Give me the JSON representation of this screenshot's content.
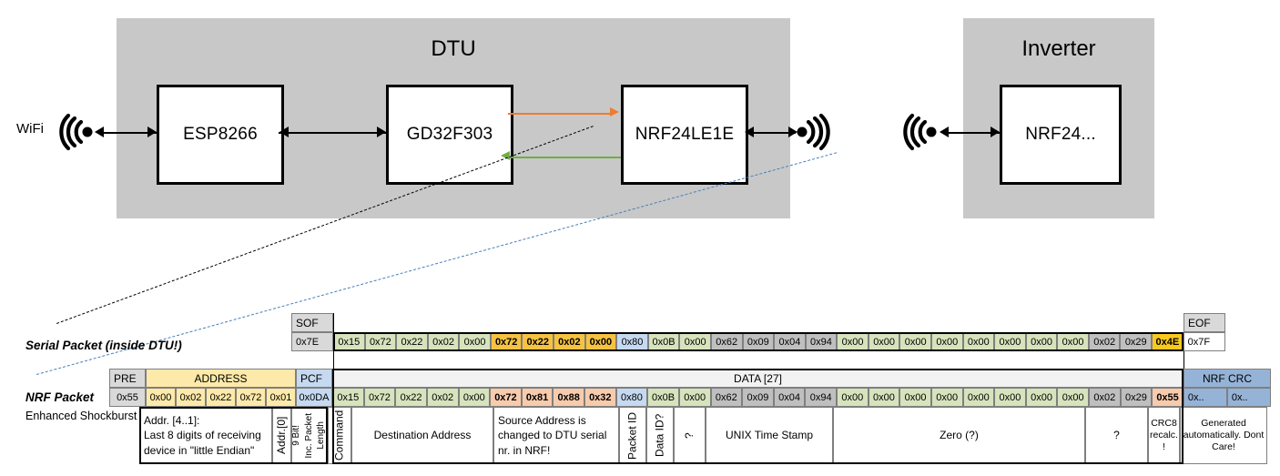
{
  "diagram": {
    "dtu": {
      "title": "DTU",
      "chips": [
        "ESP8266",
        "GD32F303",
        "NRF24LE1E"
      ],
      "wifi_label": "WiFi"
    },
    "inverter": {
      "title": "Inverter",
      "chips": [
        "NRF24..."
      ]
    },
    "colors": {
      "enclosure": "#c8c8c8",
      "tx_arrow": "#ED7D31",
      "rx_arrow": "#70AD47",
      "callout_serial": "#000000",
      "callout_nrf": "#4a7ebb"
    }
  },
  "serial_packet": {
    "label": "Serial Packet (inside DTU!)",
    "sof_header": "SOF",
    "eof_header": "EOF",
    "sof": "0x7E",
    "eof": "0x7F",
    "bytes": [
      {
        "v": "0x15",
        "c": "green"
      },
      {
        "v": "0x72",
        "c": "green"
      },
      {
        "v": "0x22",
        "c": "green"
      },
      {
        "v": "0x02",
        "c": "green"
      },
      {
        "v": "0x00",
        "c": "green"
      },
      {
        "v": "0x72",
        "c": "amber"
      },
      {
        "v": "0x22",
        "c": "amber"
      },
      {
        "v": "0x02",
        "c": "amber"
      },
      {
        "v": "0x00",
        "c": "amber"
      },
      {
        "v": "0x80",
        "c": "blue"
      },
      {
        "v": "0x0B",
        "c": "green"
      },
      {
        "v": "0x00",
        "c": "green"
      },
      {
        "v": "0x62",
        "c": "grayb"
      },
      {
        "v": "0x09",
        "c": "grayb"
      },
      {
        "v": "0x04",
        "c": "grayb"
      },
      {
        "v": "0x94",
        "c": "grayb"
      },
      {
        "v": "0x00",
        "c": "green"
      },
      {
        "v": "0x00",
        "c": "green"
      },
      {
        "v": "0x00",
        "c": "green"
      },
      {
        "v": "0x00",
        "c": "green"
      },
      {
        "v": "0x00",
        "c": "green"
      },
      {
        "v": "0x00",
        "c": "green"
      },
      {
        "v": "0x00",
        "c": "green"
      },
      {
        "v": "0x00",
        "c": "green"
      },
      {
        "v": "0x02",
        "c": "grayb"
      },
      {
        "v": "0x29",
        "c": "grayb"
      },
      {
        "v": "0x4E",
        "c": "orange"
      }
    ]
  },
  "nrf_packet": {
    "label": "NRF Packet",
    "sublabel": "Enhanced Shockburst",
    "headers": {
      "pre": "PRE",
      "address": "ADDRESS",
      "pcf": "PCF",
      "data": "DATA [27]",
      "crc": "NRF CRC"
    },
    "pre": "0x55",
    "address": [
      "0x00",
      "0x02",
      "0x22",
      "0x72",
      "0x01"
    ],
    "pcf": "0x0DA",
    "crc": [
      "0x..",
      "0x.."
    ],
    "bytes": [
      {
        "v": "0x15",
        "c": "green"
      },
      {
        "v": "0x72",
        "c": "green"
      },
      {
        "v": "0x22",
        "c": "green"
      },
      {
        "v": "0x02",
        "c": "green"
      },
      {
        "v": "0x00",
        "c": "green"
      },
      {
        "v": "0x72",
        "c": "salmon"
      },
      {
        "v": "0x81",
        "c": "salmon"
      },
      {
        "v": "0x88",
        "c": "salmon"
      },
      {
        "v": "0x32",
        "c": "salmon"
      },
      {
        "v": "0x80",
        "c": "blue"
      },
      {
        "v": "0x0B",
        "c": "green"
      },
      {
        "v": "0x00",
        "c": "green"
      },
      {
        "v": "0x62",
        "c": "grayb"
      },
      {
        "v": "0x09",
        "c": "grayb"
      },
      {
        "v": "0x04",
        "c": "grayb"
      },
      {
        "v": "0x94",
        "c": "grayb"
      },
      {
        "v": "0x00",
        "c": "green"
      },
      {
        "v": "0x00",
        "c": "green"
      },
      {
        "v": "0x00",
        "c": "green"
      },
      {
        "v": "0x00",
        "c": "green"
      },
      {
        "v": "0x00",
        "c": "green"
      },
      {
        "v": "0x00",
        "c": "green"
      },
      {
        "v": "0x00",
        "c": "green"
      },
      {
        "v": "0x00",
        "c": "green"
      },
      {
        "v": "0x02",
        "c": "grayb"
      },
      {
        "v": "0x29",
        "c": "grayb"
      },
      {
        "v": "0x55",
        "c": "salmon"
      }
    ],
    "annotations": {
      "address_note": "Addr. [4..1]:\nLast 8 digits of receiving device in \"little Endian\"",
      "addr0": "Addr.[0]",
      "pcf_note_l1": "9 Bit!",
      "pcf_note_l2": "Inc. Packet",
      "pcf_note_l3": "Length",
      "command": "Command",
      "destination": "Destination Address",
      "source_note": "Source Address is changed to DTU serial nr. in NRF!",
      "packet_id": "Packet ID",
      "data_id": "Data ID?",
      "unknown1": "?",
      "timestamp": "UNIX Time Stamp",
      "zero": "Zero (?)",
      "unknown2": "?",
      "crc8": "CRC8 recalc. !",
      "crc_note": "Generated automatically. Dont Care!"
    }
  }
}
